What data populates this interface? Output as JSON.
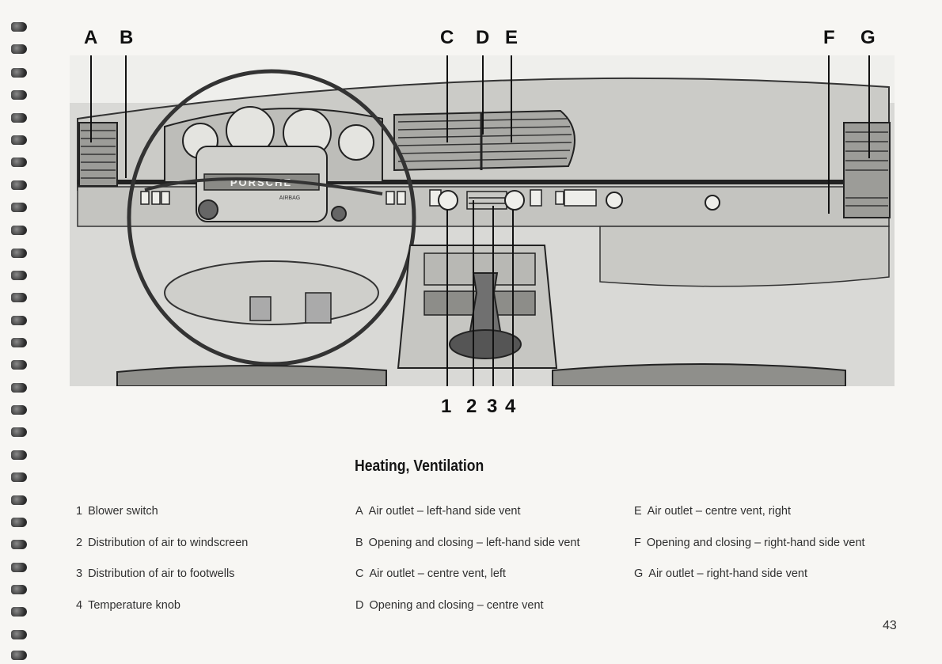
{
  "callouts_top": [
    "A",
    "B",
    "C",
    "D",
    "E",
    "F",
    "G"
  ],
  "callouts_bottom": [
    "1",
    "2",
    "3",
    "4"
  ],
  "illustration_text": {
    "badge": "PORSCHE",
    "airbag": "AIRBAG"
  },
  "title": "Heating, Ventilation",
  "legend": {
    "column1": [
      {
        "key": "1",
        "text": "Blower switch"
      },
      {
        "key": "2",
        "text": "Distribution of air to windscreen"
      },
      {
        "key": "3",
        "text": "Distribution of air to footwells"
      },
      {
        "key": "4",
        "text": "Temperature knob"
      }
    ],
    "column2": [
      {
        "key": "A",
        "text": "Air outlet – left-hand side vent"
      },
      {
        "key": "B",
        "text": "Opening and closing – left-hand side vent"
      },
      {
        "key": "C",
        "text": "Air outlet – centre vent, left"
      },
      {
        "key": "D",
        "text": "Opening and closing – centre vent"
      }
    ],
    "column3": [
      {
        "key": "E",
        "text": "Air outlet – centre vent, right"
      },
      {
        "key": "F",
        "text": "Opening and closing – right-hand side vent"
      },
      {
        "key": "G",
        "text": "Air outlet – right-hand side vent"
      }
    ]
  },
  "page_number": "43"
}
